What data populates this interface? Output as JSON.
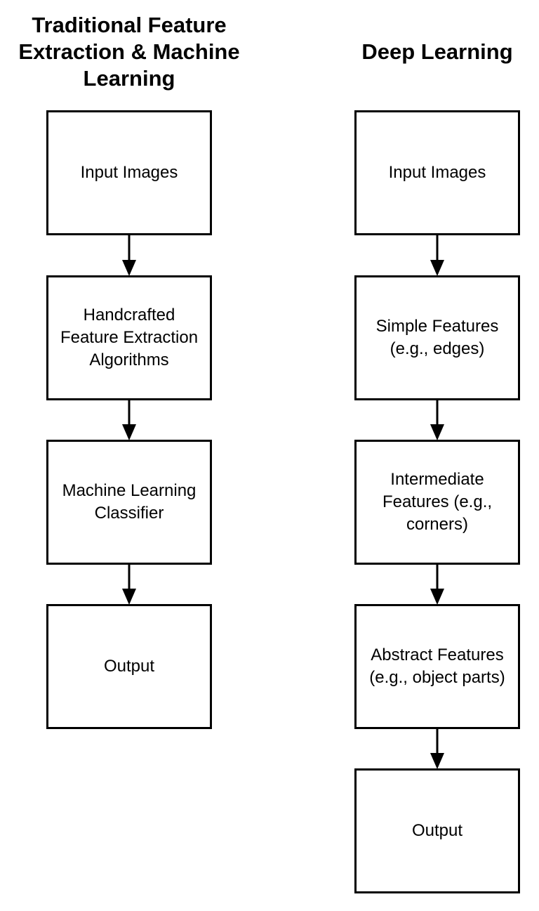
{
  "diagram": {
    "left_column": {
      "title": "Traditional Feature\nExtraction & Machine\nLearning",
      "steps": [
        "Input Images",
        "Handcrafted\nFeature Extraction\nAlgorithms",
        "Machine Learning\nClassifier",
        "Output"
      ]
    },
    "right_column": {
      "title": "Deep Learning",
      "steps": [
        "Input Images",
        "Simple Features\n(e.g., edges)",
        "Intermediate\nFeatures (e.g.,\ncorners)",
        "Abstract Features\n(e.g., object parts)",
        "Output"
      ]
    }
  }
}
